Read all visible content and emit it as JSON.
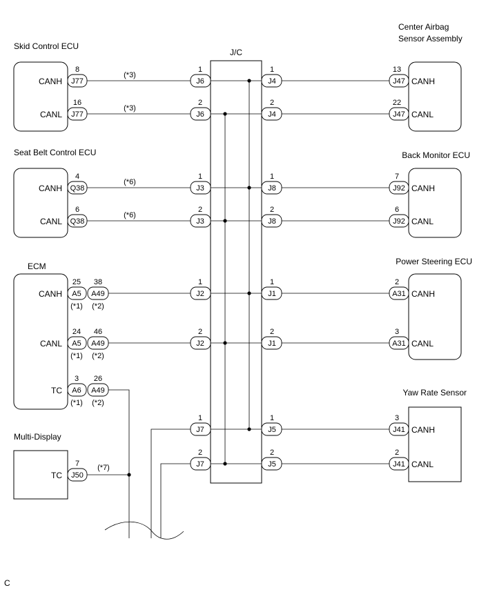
{
  "figure_code": "C",
  "junction": {
    "label": "J/C"
  },
  "components": {
    "skid": {
      "title": "Skid Control ECU",
      "canh": "CANH",
      "canl": "CANL"
    },
    "seatbelt": {
      "title": "Seat Belt Control ECU",
      "canh": "CANH",
      "canl": "CANL"
    },
    "ecm": {
      "title": "ECM",
      "canh": "CANH",
      "canl": "CANL",
      "tc": "TC"
    },
    "multi": {
      "title": "Multi-Display",
      "tc": "TC"
    },
    "airbag": {
      "title_line1": "Center Airbag",
      "title_line2": "Sensor Assembly",
      "canh": "CANH",
      "canl": "CANL"
    },
    "backmon": {
      "title": "Back Monitor ECU",
      "canh": "CANH",
      "canl": "CANL"
    },
    "pwrsteer": {
      "title": "Power Steering ECU",
      "canh": "CANH",
      "canl": "CANL"
    },
    "yaw": {
      "title": "Yaw Rate Sensor",
      "canh": "CANH",
      "canl": "CANL"
    }
  },
  "connectors": {
    "skid_h": {
      "pin": "8",
      "name": "J77"
    },
    "skid_l": {
      "pin": "16",
      "name": "J77"
    },
    "seat_h": {
      "pin": "4",
      "name": "Q38"
    },
    "seat_l": {
      "pin": "6",
      "name": "Q38"
    },
    "ecm_h1": {
      "pin": "25",
      "name": "A5",
      "note": "(*1)"
    },
    "ecm_h2": {
      "pin": "38",
      "name": "A49",
      "note": "(*2)"
    },
    "ecm_l1": {
      "pin": "24",
      "name": "A5",
      "note": "(*1)"
    },
    "ecm_l2": {
      "pin": "46",
      "name": "A49",
      "note": "(*2)"
    },
    "ecm_t1": {
      "pin": "3",
      "name": "A6",
      "note": "(*1)"
    },
    "ecm_t2": {
      "pin": "26",
      "name": "A49",
      "note": "(*2)"
    },
    "multi_tc": {
      "pin": "7",
      "name": "J50"
    },
    "jc_j6h": {
      "pin": "1",
      "name": "J6"
    },
    "jc_j6l": {
      "pin": "2",
      "name": "J6"
    },
    "jc_j3h": {
      "pin": "1",
      "name": "J3"
    },
    "jc_j3l": {
      "pin": "2",
      "name": "J3"
    },
    "jc_j2h": {
      "pin": "1",
      "name": "J2"
    },
    "jc_j2l": {
      "pin": "2",
      "name": "J2"
    },
    "jc_j7h": {
      "pin": "1",
      "name": "J7"
    },
    "jc_j7l": {
      "pin": "2",
      "name": "J7"
    },
    "jc_j4h": {
      "pin": "1",
      "name": "J4"
    },
    "jc_j4l": {
      "pin": "2",
      "name": "J4"
    },
    "jc_j8h": {
      "pin": "1",
      "name": "J8"
    },
    "jc_j8l": {
      "pin": "2",
      "name": "J8"
    },
    "jc_j1h": {
      "pin": "1",
      "name": "J1"
    },
    "jc_j1l": {
      "pin": "2",
      "name": "J1"
    },
    "jc_j5h": {
      "pin": "1",
      "name": "J5"
    },
    "jc_j5l": {
      "pin": "2",
      "name": "J5"
    },
    "airbag_h": {
      "pin": "13",
      "name": "J47"
    },
    "airbag_l": {
      "pin": "22",
      "name": "J47"
    },
    "back_h": {
      "pin": "7",
      "name": "J92"
    },
    "back_l": {
      "pin": "6",
      "name": "J92"
    },
    "ps_h": {
      "pin": "2",
      "name": "A31"
    },
    "ps_l": {
      "pin": "3",
      "name": "A31"
    },
    "yaw_h": {
      "pin": "3",
      "name": "J41"
    },
    "yaw_l": {
      "pin": "2",
      "name": "J41"
    }
  },
  "wire_notes": {
    "skid_h": "(*3)",
    "skid_l": "(*3)",
    "seat_h": "(*6)",
    "seat_l": "(*6)",
    "multi": "(*7)"
  }
}
